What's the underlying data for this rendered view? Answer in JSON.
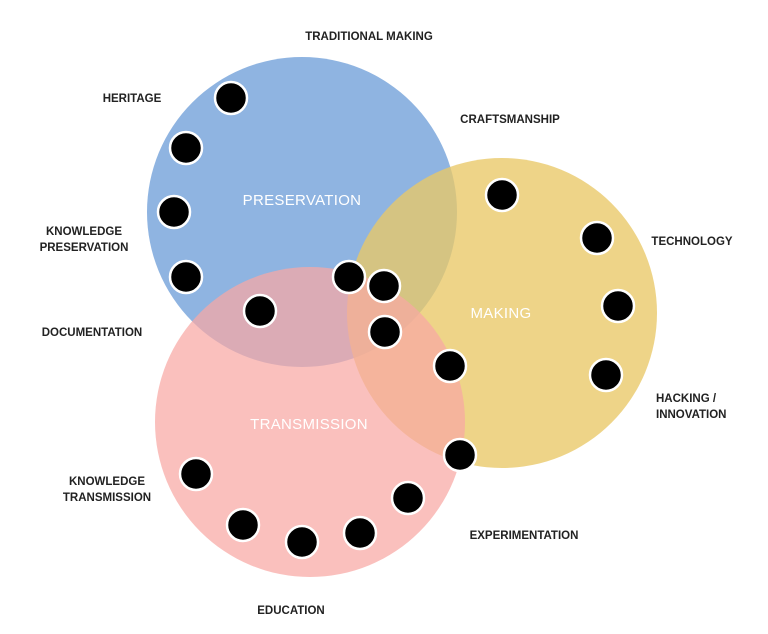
{
  "circles": {
    "preservation": {
      "label": "PRESERVATION",
      "color": "#6f9fd8"
    },
    "making": {
      "label": "MAKING",
      "color": "#e9c867"
    },
    "transmission": {
      "label": "TRANSMISSION",
      "color": "#f8a8a3"
    }
  },
  "labels": {
    "traditional_making": "TRADITIONAL MAKING",
    "heritage": "HERITAGE",
    "craftsmanship": "CRAFTSMANSHIP",
    "knowledge_preservation_1": "KNOWLEDGE",
    "knowledge_preservation_2": "PRESERVATION",
    "technology": "TECHNOLOGY",
    "documentation": "DOCUMENTATION",
    "hacking_1": "HACKING /",
    "hacking_2": "INNOVATION",
    "knowledge_transmission_1": "KNOWLEDGE",
    "knowledge_transmission_2": "TRANSMISSION",
    "experimentation": "EXPERIMENTATION",
    "education": "EDUCATION"
  }
}
